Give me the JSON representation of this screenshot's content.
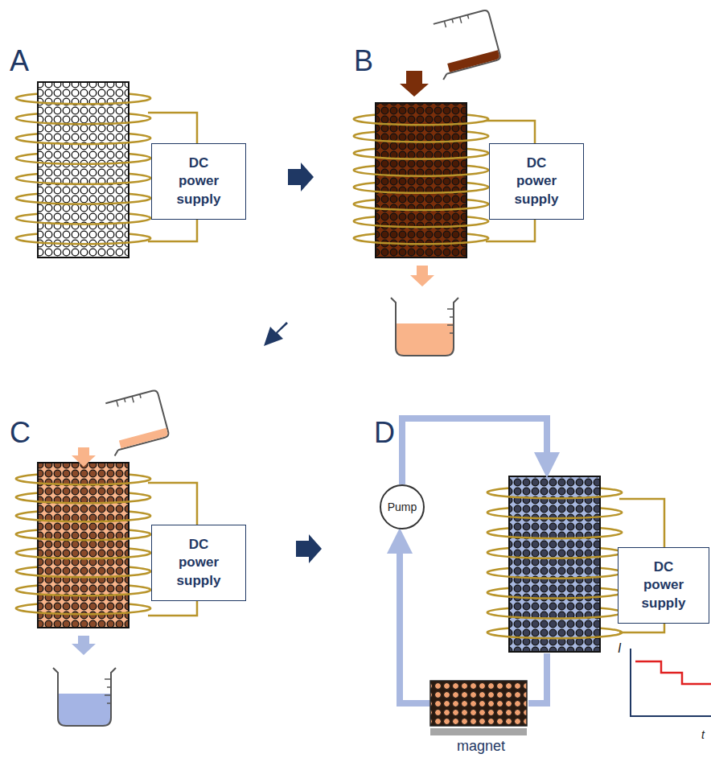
{
  "diagram": {
    "nodes": [
      {
        "text": [
          "DC power supply"
        ]
      },
      {
        "text": [
          "DC power supply"
        ]
      },
      {
        "text": [
          "DC power supply"
        ]
      },
      {
        "text": [
          "Pump"
        ]
      },
      {
        "text": [
          "DC power supply"
        ]
      }
    ],
    "labels": [
      "A",
      "B",
      "C",
      "D",
      "magnet",
      "I",
      "t"
    ]
  }
}
